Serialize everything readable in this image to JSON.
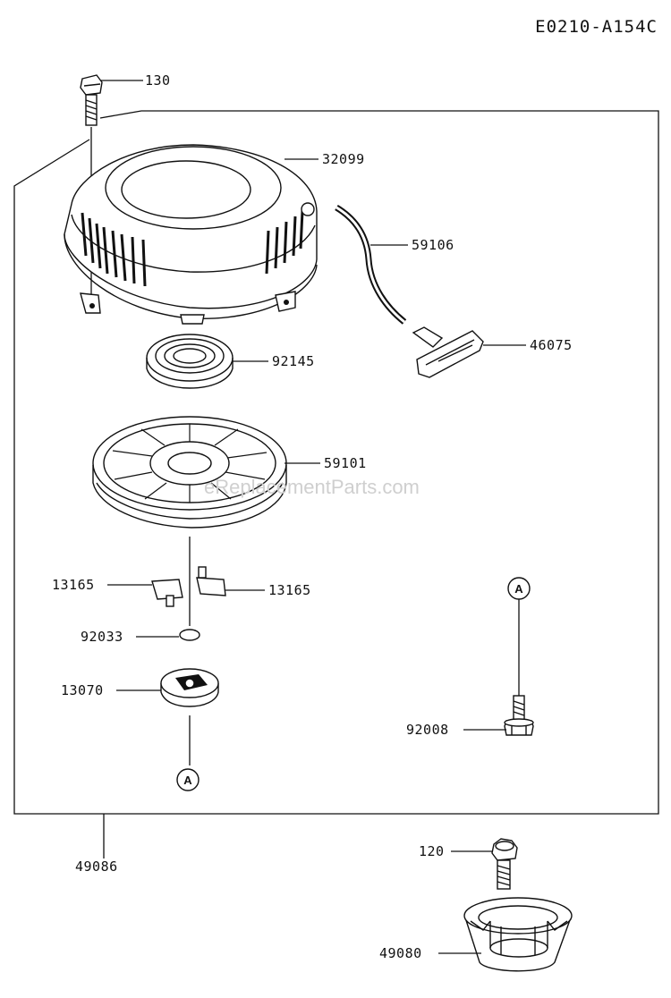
{
  "diagram_code": "E0210-A154C",
  "watermark": "eReplacementParts.com",
  "reference_marker": "A",
  "parts": {
    "bolt_top": "130",
    "housing": "32099",
    "rope": "59106",
    "handle": "46075",
    "spring": "92145",
    "pulley": "59101",
    "pawl_left": "13165",
    "pawl_right": "13165",
    "washer": "92033",
    "ratchet": "13070",
    "bolt_right": "92008",
    "assembly": "49086",
    "bolt_bottom": "120",
    "cup": "49080"
  }
}
